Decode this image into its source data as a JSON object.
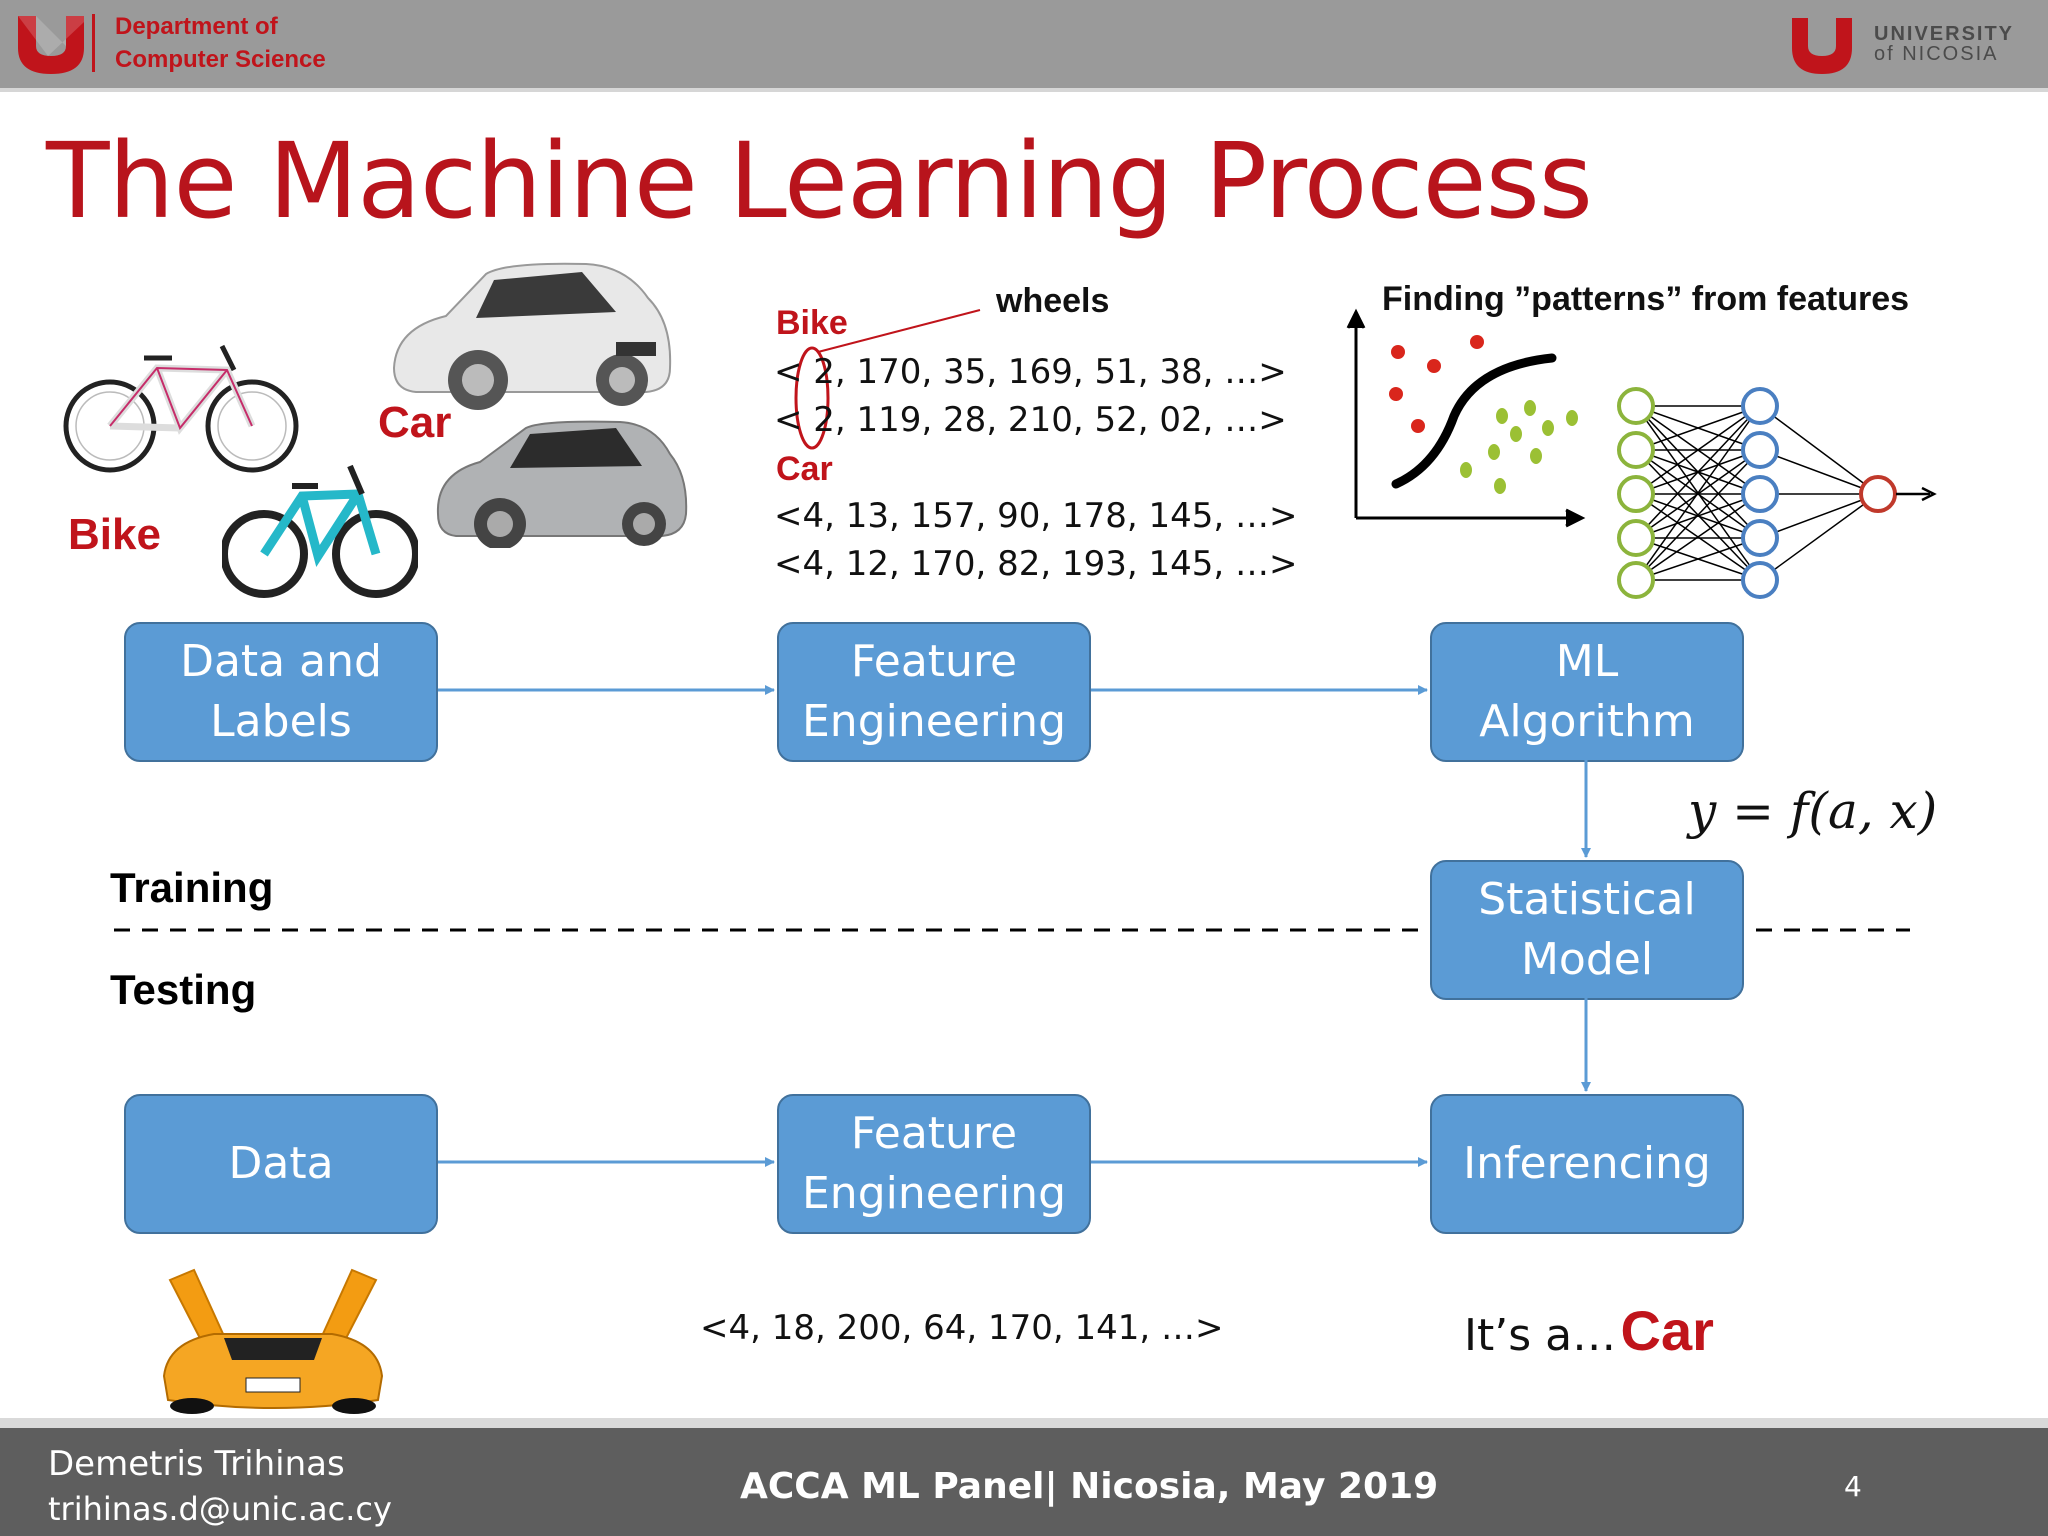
{
  "header": {
    "dept_line1": "Department of",
    "dept_line2": "Computer Science",
    "university_line1": "UNIVERSITY",
    "university_line2": "of NICOSIA"
  },
  "title": "The Machine Learning Process",
  "images": {
    "bike_label": "Bike",
    "car_label": "Car"
  },
  "features": {
    "wheels_label": "wheels",
    "bike_label": "Bike",
    "bike_vec1": "< 2, 170, 35, 169, 51, 38, …>",
    "bike_vec2": "< 2, 119, 28, 210, 52, 02, …>",
    "car_label": "Car",
    "car_vec1": "<4, 13, 157, 90, 178, 145, …>",
    "car_vec2": "<4, 12, 170, 82, 193, 145, …>"
  },
  "patterns_title": "Finding ”patterns” from features",
  "flow": {
    "data_labels_1": "Data and",
    "data_labels_2": "Labels",
    "feature_eng_1": "Feature",
    "feature_eng_2": "Engineering",
    "ml_algo_1": "ML",
    "ml_algo_2": "Algorithm",
    "stat_model_1": "Statistical",
    "stat_model_2": "Model",
    "data": "Data",
    "inferencing": "Inferencing"
  },
  "formula": "y = f(a, x)",
  "training_label": "Training",
  "testing_label": "Testing",
  "test_vector": "<4, 18, 200, 64, 170, 141, …>",
  "result_prefix": "It’s a…",
  "result_value": "Car",
  "footer": {
    "author": "Demetris Trihinas",
    "email": "trihinas.d@unic.ac.cy",
    "event": "ACCA ML Panel| Nicosia, May 2019",
    "page_number": "4"
  },
  "colors": {
    "accent_red": "#c0141b",
    "box_blue": "#5b9bd5",
    "arrow_blue": "#5b9bd5",
    "nn_green": "#8cb43c",
    "nn_blue": "#4a7fc1"
  }
}
